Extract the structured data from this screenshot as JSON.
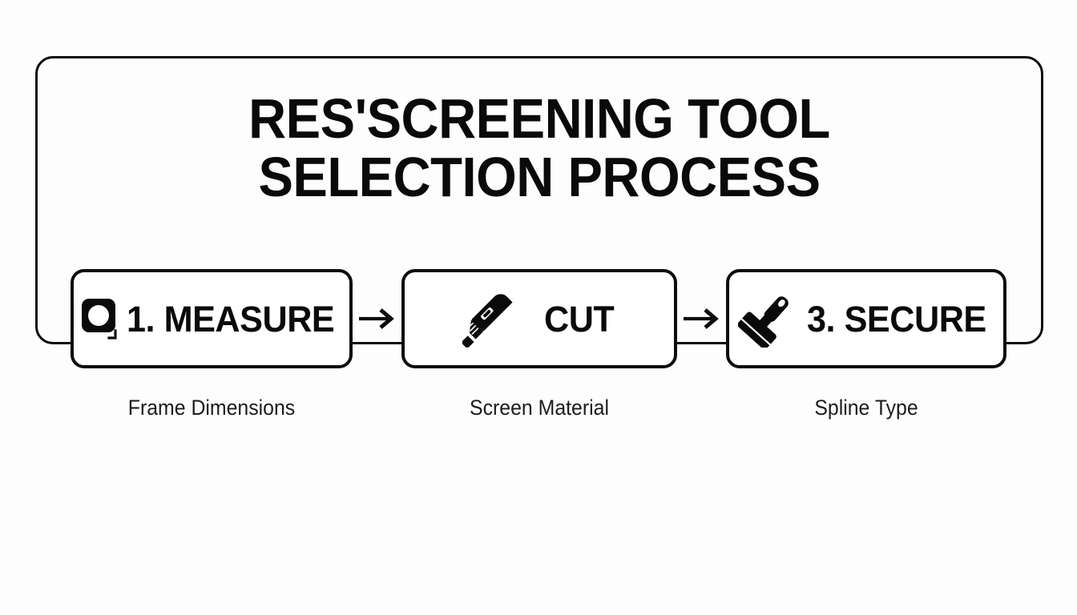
{
  "diagram": {
    "title_lines": [
      "RES'SCREENING TOOL",
      "SELECTION PROCESS"
    ],
    "steps": [
      {
        "label": "1. MEASURE",
        "caption": "Frame Dimensions",
        "icon": "tape-measure-icon"
      },
      {
        "label": "CUT",
        "caption": "Screen Material",
        "icon": "utility-knife-icon"
      },
      {
        "label": "3. SECURE",
        "caption": "Spline Type",
        "icon": "spline-roller-icon"
      }
    ],
    "connectors": [
      {
        "icon": "arrow-right-icon"
      },
      {
        "icon": "arrow-right-icon"
      }
    ],
    "colors": {
      "background": "#fdfdfd",
      "ink": "#0a0a0a",
      "border": "#0d0d0d",
      "caption": "#1c1c1c",
      "box_fill": "#ffffff"
    }
  }
}
